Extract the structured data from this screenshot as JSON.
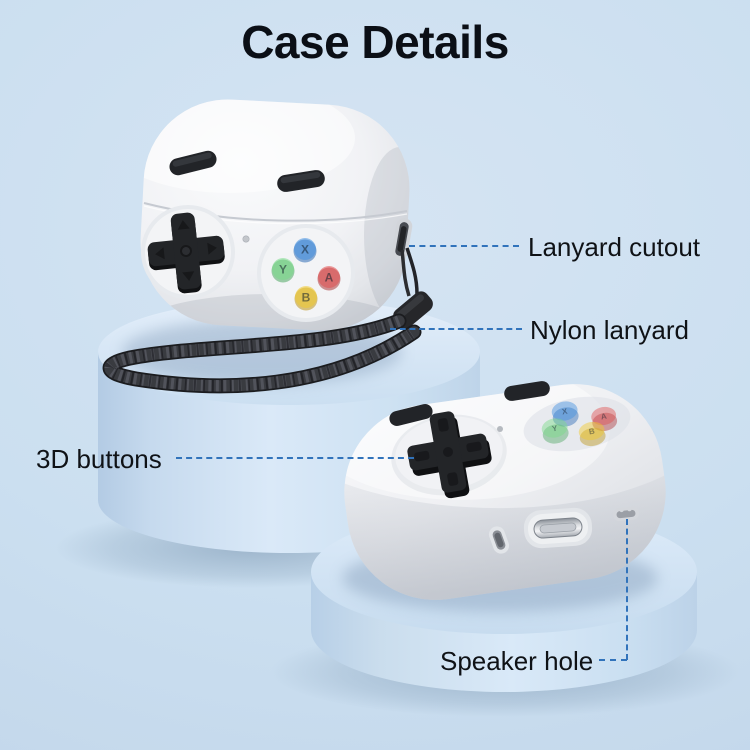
{
  "title": "Case Details",
  "labels": {
    "lanyard_cutout": "Lanyard cutout",
    "nylon_lanyard": "Nylon lanyard",
    "buttons_3d": "3D buttons",
    "speaker_hole": "Speaker hole"
  },
  "buttons": {
    "x": "X",
    "y": "Y",
    "a": "A",
    "b": "B"
  },
  "colors": {
    "background": "#cbdff0",
    "leader_dash": "#3173bb",
    "label_text": "#0f1216",
    "title_text": "#0b0f16",
    "case_white": "#f4f5f7",
    "pedestal_blue": "#cfe2f3",
    "dpad_black": "#232528",
    "lanyard_dark": "#35373c",
    "button_x_blue": "#4190e0",
    "button_y_green": "#79db88",
    "button_a_red": "#e14f4f",
    "button_b_yellow": "#f1c929"
  }
}
